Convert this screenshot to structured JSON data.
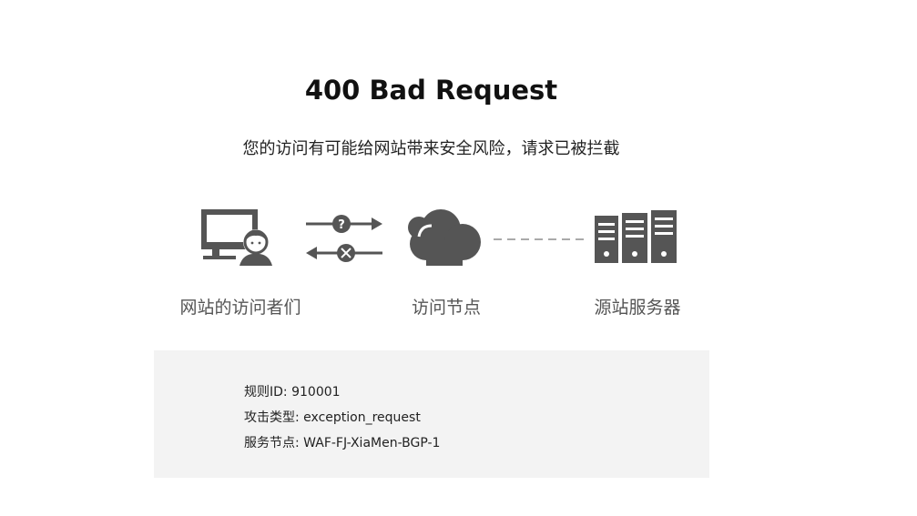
{
  "page": {
    "title": "400 Bad Request",
    "subtitle": "您的访问有可能给网站带来安全风险，请求已被拦截"
  },
  "diagram": {
    "nodes": [
      {
        "label": "网站的访问者们",
        "icon": "visitor-computer-icon"
      },
      {
        "label": "访问节点",
        "icon": "cloud-icon"
      },
      {
        "label": "源站服务器",
        "icon": "server-rack-icon"
      }
    ],
    "connectors": {
      "request_icon": "question-arrow-icon",
      "response_icon": "blocked-arrow-icon",
      "link_icon": "dashed-link-icon"
    },
    "icon_color": "#555555"
  },
  "info": {
    "rule_id_label": "规则ID:",
    "rule_id_value": "910001",
    "attack_type_label": "攻击类型:",
    "attack_type_value": "exception_request",
    "service_node_label": "服务节点:",
    "service_node_value": "WAF-FJ-XiaMen-BGP-1"
  }
}
